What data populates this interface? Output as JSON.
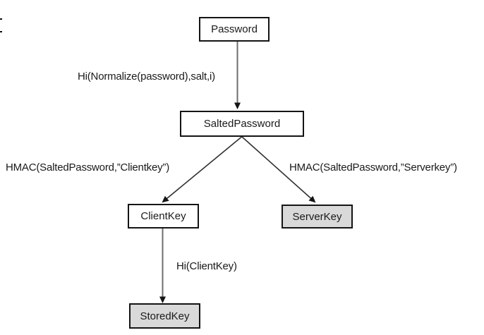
{
  "diagram": {
    "nodes": {
      "password": {
        "label": "Password",
        "shaded": false
      },
      "salted_password": {
        "label": "SaltedPassword",
        "shaded": false
      },
      "client_key": {
        "label": "ClientKey",
        "shaded": false
      },
      "server_key": {
        "label": "ServerKey",
        "shaded": true
      },
      "stored_key": {
        "label": "StoredKey",
        "shaded": true
      }
    },
    "edge_labels": {
      "password_to_salted": "Hi(Normalize(password),salt,i)",
      "salted_to_client": "HMAC(SaltedPassword,”Clientkey”)",
      "salted_to_server": "HMAC(SaltedPassword,”Serverkey”)",
      "client_to_stored": "Hi(ClientKey)"
    },
    "colors": {
      "node_fill_plain": "#ffffff",
      "node_fill_shaded": "#d9d9d9",
      "node_border": "#141414",
      "connector": "#6e6e6e",
      "diagonal": "#303030",
      "arrowhead": "#141414",
      "text": "#1a1a1a",
      "background": "#ffffff"
    }
  }
}
